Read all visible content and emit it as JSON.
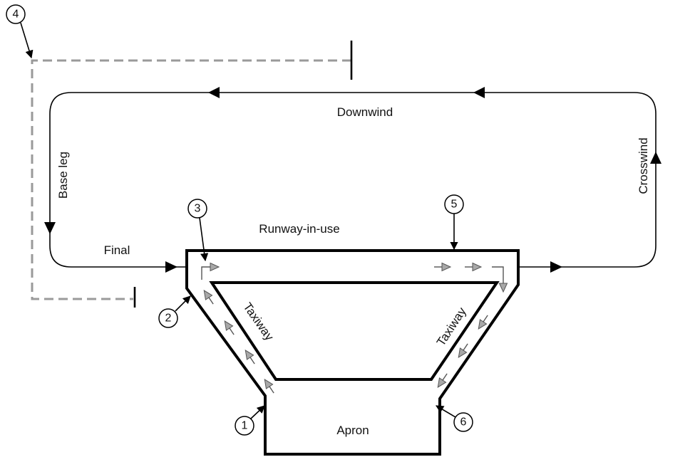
{
  "labels": {
    "downwind": "Downwind",
    "base_leg": "Base leg",
    "crosswind": "Crosswind",
    "final": "Final",
    "runway": "Runway-in-use",
    "taxiway_left": "Taxiway",
    "taxiway_right": "Taxiway",
    "apron": "Apron"
  },
  "markers": [
    "1",
    "2",
    "3",
    "4",
    "5",
    "6"
  ],
  "colors": {
    "background": "#ffffff",
    "line": "#000000",
    "dashed": "#9a9a9a",
    "taxi_arrow": "#a8a8a8"
  }
}
